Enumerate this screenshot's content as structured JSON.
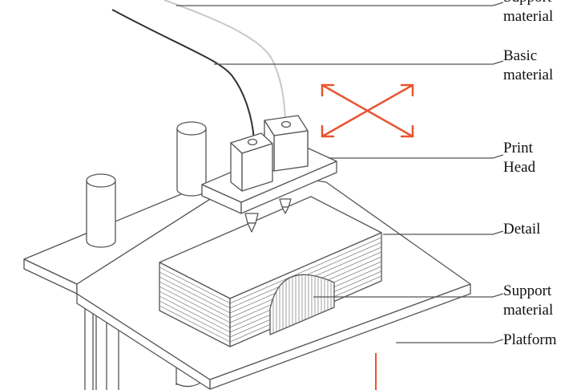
{
  "labels": {
    "support_top": "Support material",
    "basic": "Basic material",
    "print_head": "Print Head",
    "detail": "Detail",
    "support": "Support material",
    "platform": "Platform"
  },
  "colors": {
    "outline": "#555555",
    "leader": "#555555",
    "arrow": "#e8542f",
    "filament_basic": "#333333",
    "filament_support": "#c8c8c8"
  }
}
